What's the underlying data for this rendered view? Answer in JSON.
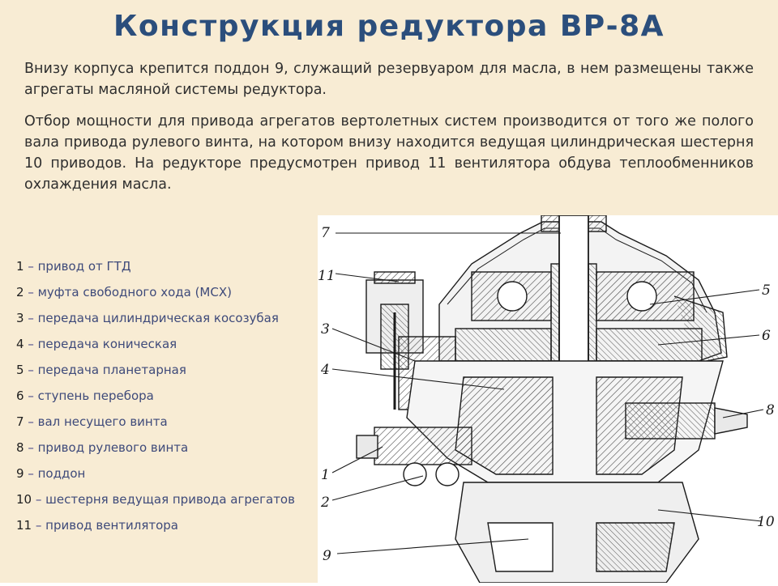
{
  "slide": {
    "title": "Конструкция редуктора ВР-8А",
    "paragraphs": [
      "Внизу корпуса крепится поддон 9, служащий резервуаром для масла, в нем размещены также агрегаты масляной системы редуктора.",
      "Отбор мощности для привода агрегатов вертолетных систем производится от того же полого вала привода рулевого винта, на котором внизу находится ведущая цилиндрическая шестерня 10 приводов. На редукторе предусмотрен привод 11 вентилятора обдува теплообменников охлаждения масла."
    ]
  },
  "legend": [
    {
      "num": "1",
      "dash": "–",
      "label": "привод от ГТД"
    },
    {
      "num": "2",
      "dash": "–",
      "label": "муфта свободного хода (МСХ)"
    },
    {
      "num": "3",
      "dash": "–",
      "label": "передача цилиндрическая косозубая"
    },
    {
      "num": "4",
      "dash": "–",
      "label": "передача коническая"
    },
    {
      "num": "5",
      "dash": "–",
      "label": "передача планетарная"
    },
    {
      "num": "6",
      "dash": "–",
      "label": "ступень перебора"
    },
    {
      "num": "7",
      "dash": "–",
      "label": "вал несущего винта"
    },
    {
      "num": "8",
      "dash": "–",
      "label": "привод рулевого винта"
    },
    {
      "num": "9",
      "dash": "–",
      "label": "поддон"
    },
    {
      "num": "10",
      "dash": "–",
      "label": "шестерня ведущая привода агрегатов"
    },
    {
      "num": "11",
      "dash": "–",
      "label": "привод вентилятора"
    }
  ],
  "drawing": {
    "callouts": {
      "c7": "7",
      "c11": "11",
      "c3": "3",
      "c4": "4",
      "c1": "1",
      "c2": "2",
      "c9": "9",
      "c5": "5",
      "c6": "6",
      "c8": "8",
      "c10": "10"
    }
  },
  "colors": {
    "background": "#f8ecd4",
    "title": "#2b4e7c",
    "text": "#2f2f2f",
    "legend_label": "#3e4a7a"
  }
}
